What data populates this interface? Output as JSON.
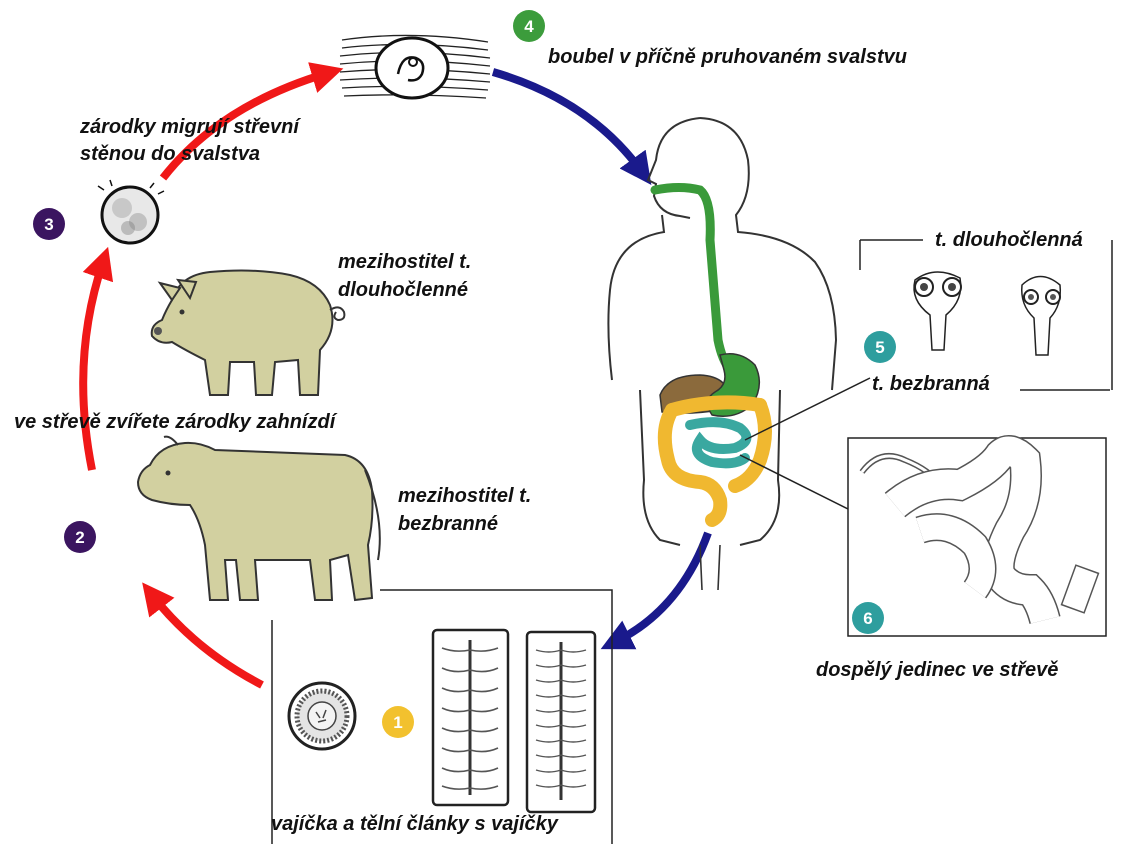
{
  "colors": {
    "red_arrow": "#f01818",
    "blue_arrow": "#1a1a8c",
    "animal_fill": "#d2d0a0",
    "step_purple": "#3b1560",
    "step_green": "#3c9c3c",
    "step_teal": "#2e9e9e",
    "step_yellow": "#f2c12e",
    "liver_brown": "#8b6a3c",
    "intestine_yellow": "#f0b830",
    "intestine_teal": "#3aa8a0",
    "stomach_green": "#3a9a3a"
  },
  "steps": [
    {
      "number": "1",
      "color": "#f2c12e"
    },
    {
      "number": "2",
      "color": "#3b1560"
    },
    {
      "number": "3",
      "color": "#3b1560"
    },
    {
      "number": "4",
      "color": "#3c9c3c"
    },
    {
      "number": "5",
      "color": "#2e9e9e"
    },
    {
      "number": "6",
      "color": "#2e9e9e"
    }
  ],
  "labels": {
    "cyst": "boubel v příčně pruhovaném svalstvu",
    "migration_line1": "zárodky migrují střevní",
    "migration_line2": "stěnou do svalstva",
    "pig_host_line1": "mezihostitel t.",
    "pig_host_line2": "dlouhočlenné",
    "intestine_nesting": "ve střevě zvířete zárodky zahnízdí",
    "cow_host_line1": "mezihostitel t.",
    "cow_host_line2": "bezbranné",
    "solium": "t. dlouhočlenná",
    "saginata": "t. bezbranná",
    "adult": "dospělý jedinec ve střevě",
    "eggs": "vajíčka a tělní články s vajíčky"
  }
}
